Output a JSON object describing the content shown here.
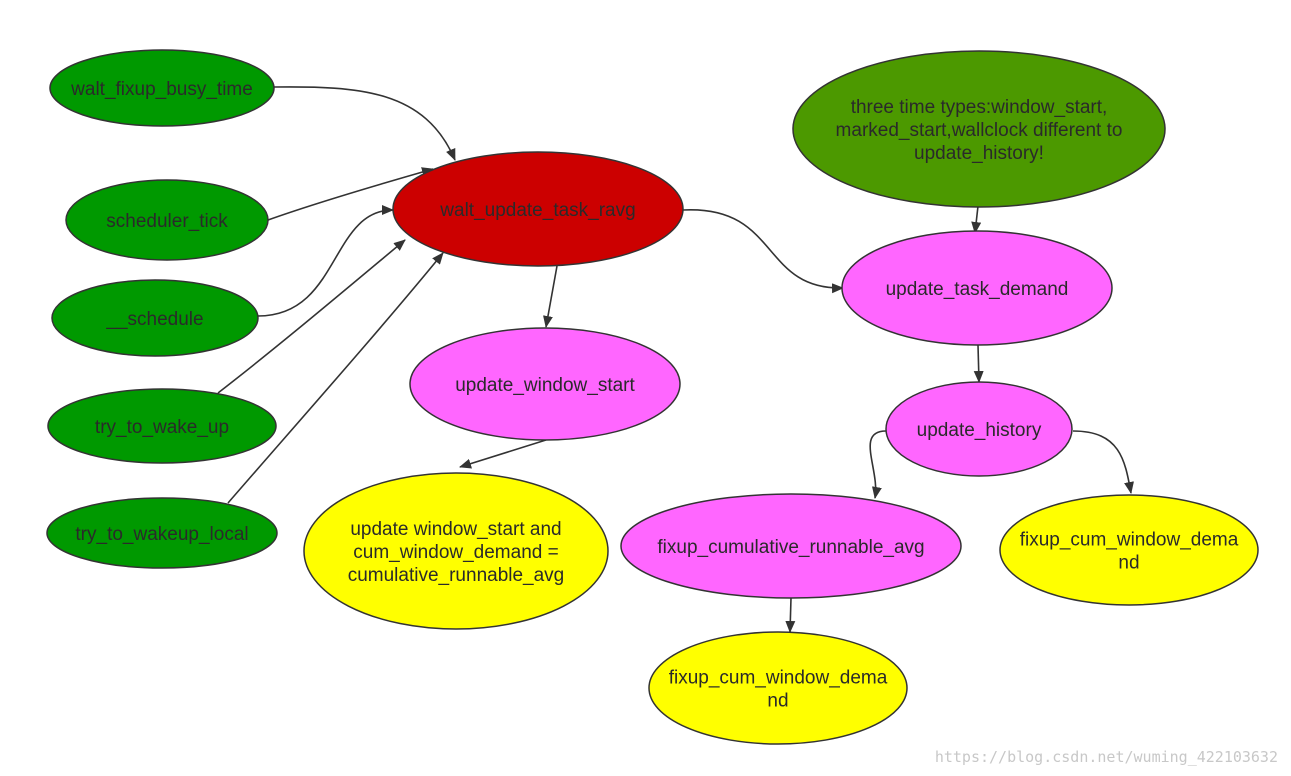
{
  "colors": {
    "green": "#009900",
    "olive": "#4c9900",
    "red": "#cc0000",
    "pink": "#ff66ff",
    "yellow": "#ffff00"
  },
  "nodes": [
    {
      "id": "walt_fixup_busy_time",
      "lines": [
        "walt_fixup_busy_time"
      ],
      "color": "green"
    },
    {
      "id": "scheduler_tick",
      "lines": [
        "scheduler_tick"
      ],
      "color": "green"
    },
    {
      "id": "schedule",
      "lines": [
        "__schedule"
      ],
      "color": "green"
    },
    {
      "id": "try_to_wake_up",
      "lines": [
        "try_to_wake_up"
      ],
      "color": "green"
    },
    {
      "id": "try_to_wakeup_local",
      "lines": [
        "try_to_wakeup_local"
      ],
      "color": "green"
    },
    {
      "id": "walt_update_task_ravg",
      "lines": [
        "walt_update_task_ravg"
      ],
      "color": "red"
    },
    {
      "id": "update_window_start",
      "lines": [
        "update_window_start"
      ],
      "color": "pink"
    },
    {
      "id": "window_note",
      "lines": [
        "update window_start and",
        "cum_window_demand =",
        "cumulative_runnable_avg"
      ],
      "color": "yellow"
    },
    {
      "id": "time_types_note",
      "lines": [
        "three time types:window_start,",
        "marked_start,wallclock different to",
        "update_history!"
      ],
      "color": "olive"
    },
    {
      "id": "update_task_demand",
      "lines": [
        "update_task_demand"
      ],
      "color": "pink"
    },
    {
      "id": "update_history",
      "lines": [
        "update_history"
      ],
      "color": "pink"
    },
    {
      "id": "fixup_cumulative_runnable_avg",
      "lines": [
        "fixup_cumulative_runnable_avg"
      ],
      "color": "pink"
    },
    {
      "id": "fixup_cum_window_demand_right",
      "lines": [
        "fixup_cum_window_dema",
        "nd"
      ],
      "color": "yellow"
    },
    {
      "id": "fixup_cum_window_demand_bottom",
      "lines": [
        "fixup_cum_window_dema",
        "nd"
      ],
      "color": "yellow"
    }
  ],
  "edges": [
    {
      "from": "walt_fixup_busy_time",
      "to": "walt_update_task_ravg"
    },
    {
      "from": "scheduler_tick",
      "to": "walt_update_task_ravg"
    },
    {
      "from": "schedule",
      "to": "walt_update_task_ravg"
    },
    {
      "from": "try_to_wake_up",
      "to": "walt_update_task_ravg"
    },
    {
      "from": "try_to_wakeup_local",
      "to": "walt_update_task_ravg"
    },
    {
      "from": "walt_update_task_ravg",
      "to": "update_window_start"
    },
    {
      "from": "update_window_start",
      "to": "window_note"
    },
    {
      "from": "walt_update_task_ravg",
      "to": "update_task_demand"
    },
    {
      "from": "time_types_note",
      "to": "update_task_demand"
    },
    {
      "from": "update_task_demand",
      "to": "update_history"
    },
    {
      "from": "update_history",
      "to": "fixup_cumulative_runnable_avg"
    },
    {
      "from": "update_history",
      "to": "fixup_cum_window_demand_right"
    },
    {
      "from": "fixup_cumulative_runnable_avg",
      "to": "fixup_cum_window_demand_bottom"
    }
  ],
  "watermark": "https://blog.csdn.net/wuming_422103632"
}
